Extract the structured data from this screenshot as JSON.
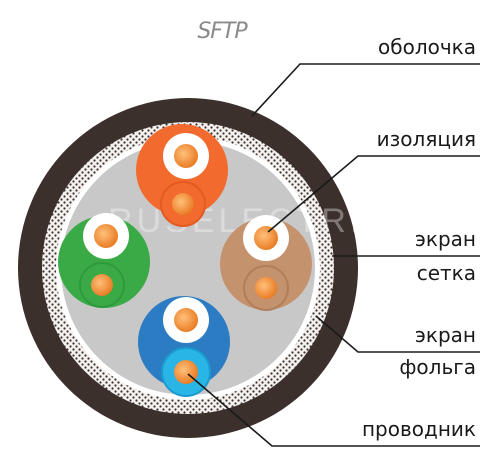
{
  "title": "SFTP",
  "watermark": "RUSELECTRIC",
  "labels": {
    "sheath": "оболочка",
    "insulation": "изоляция",
    "screen_mesh_1": "экран",
    "screen_mesh_2": "сетка",
    "screen_foil_1": "экран",
    "screen_foil_2": "фольга",
    "conductor": "проводник"
  },
  "colors": {
    "sheath": "#3b302b",
    "core_fill": "#c8c8c8",
    "pair_orange": "#f26a2e",
    "pair_green": "#3aaa47",
    "pair_brown": "#c4926c",
    "pair_blue": "#2b7cc2",
    "copper": "#f08a2e",
    "white": "#ffffff"
  }
}
